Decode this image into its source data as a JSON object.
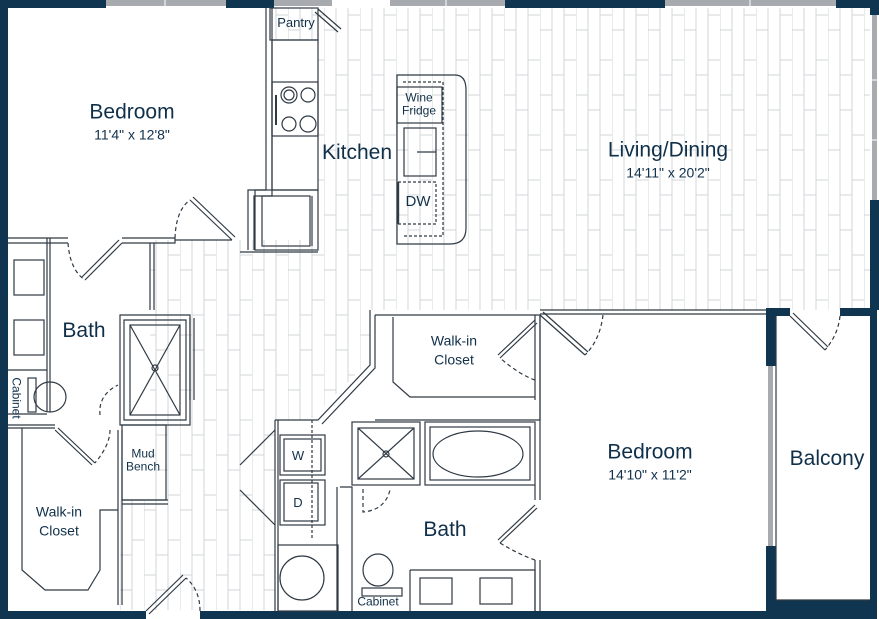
{
  "colors": {
    "wall": "#0f3550",
    "line": "#2f3a44",
    "window": "#a7abb0",
    "floor_tile": "#cfd3d7",
    "background": "#ffffff"
  },
  "rooms": [
    {
      "id": "bedroom-1",
      "name": "Bedroom",
      "dimensions": "11'4\" x 12'8\""
    },
    {
      "id": "kitchen",
      "name": "Kitchen"
    },
    {
      "id": "living-dining",
      "name": "Living/Dining",
      "dimensions": "14'11\" x 20'2\""
    },
    {
      "id": "bath-1",
      "name": "Bath"
    },
    {
      "id": "walk-in-closet-1",
      "name": "Walk-in Closet",
      "line1": "Walk-in",
      "line2": "Closet"
    },
    {
      "id": "walk-in-closet-2",
      "name": "Walk-in Closet",
      "line1": "Walk-in",
      "line2": "Closet"
    },
    {
      "id": "bedroom-2",
      "name": "Bedroom",
      "dimensions": "14'10\" x 11'2\""
    },
    {
      "id": "bath-2",
      "name": "Bath"
    },
    {
      "id": "balcony",
      "name": "Balcony"
    }
  ],
  "fixtures": {
    "pantry": "Pantry",
    "wine_fridge_line1": "Wine",
    "wine_fridge_line2": "Fridge",
    "dishwasher": "DW",
    "washer": "W",
    "dryer": "D",
    "mud_bench_line1": "Mud",
    "mud_bench_line2": "Bench",
    "cabinet_bath1": "Cabinet",
    "cabinet_bath2": "Cabinet"
  }
}
